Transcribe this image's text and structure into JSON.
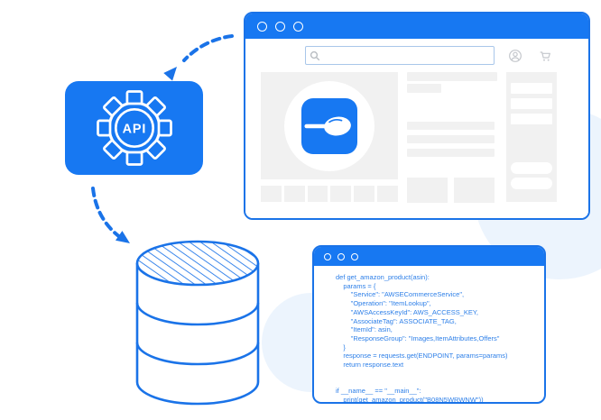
{
  "colors": {
    "primary": "#1778f2",
    "stroke": "#1a73e8",
    "code": "#2d7fe8",
    "placeholder": "#f1f1f1",
    "icon": "#c4c7cc",
    "blob": "#ecf4fd",
    "searchBorder": "#a9c7ea"
  },
  "api_badge": {
    "label": "API"
  },
  "code_window": {
    "lines": [
      "def get_amazon_product(asin):",
      "    params = {",
      "        \"Service\": \"AWSECommerceService\",",
      "        \"Operation\": \"ItemLookup\",",
      "        \"AWSAccessKeyId\": AWS_ACCESS_KEY,",
      "        \"AssociateTag\": ASSOCIATE_TAG,",
      "        \"ItemId\": asin,",
      "        \"ResponseGroup\": \"Images,ItemAttributes,Offers\"",
      "    }",
      "    response = requests.get(ENDPOINT, params=params)",
      "    return response.text",
      "",
      "",
      "if __name__ == \"__main__\":",
      "    print(get_amazon_product(\"B08N5WRWNW\"))"
    ]
  }
}
